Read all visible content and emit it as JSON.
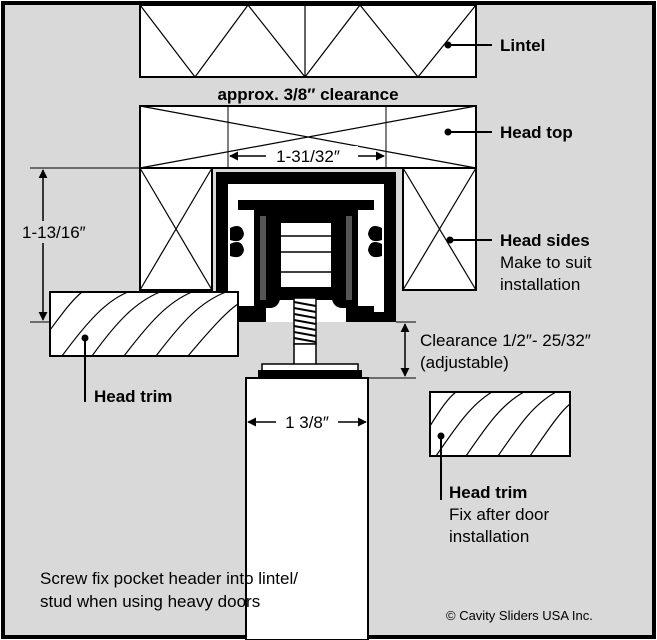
{
  "labels": {
    "lintel": "Lintel",
    "clearance_top": "approx. 3/8″ clearance",
    "head_top": "Head top",
    "width_top": "1-31/32″",
    "height_left": "1-13/16″",
    "head_sides": "Head sides",
    "make_to_suit_line1": "Make to suit",
    "make_to_suit_line2": "installation",
    "clearance_adj_line1": "Clearance 1/2″- 25/32″",
    "clearance_adj_line2": "(adjustable)",
    "head_trim_left": "Head trim",
    "door_width": "1 3/8″",
    "head_trim_right": "Head trim",
    "fix_after_line1": "Fix after door",
    "fix_after_line2": "installation",
    "note_line1": "Screw fix pocket header into lintel/",
    "note_line2": "stud when using heavy doors",
    "copyright": "© Cavity Sliders USA Inc."
  },
  "colors": {
    "background": "#d9d9d9",
    "frame": "#000000",
    "wood": "#ffffff"
  }
}
